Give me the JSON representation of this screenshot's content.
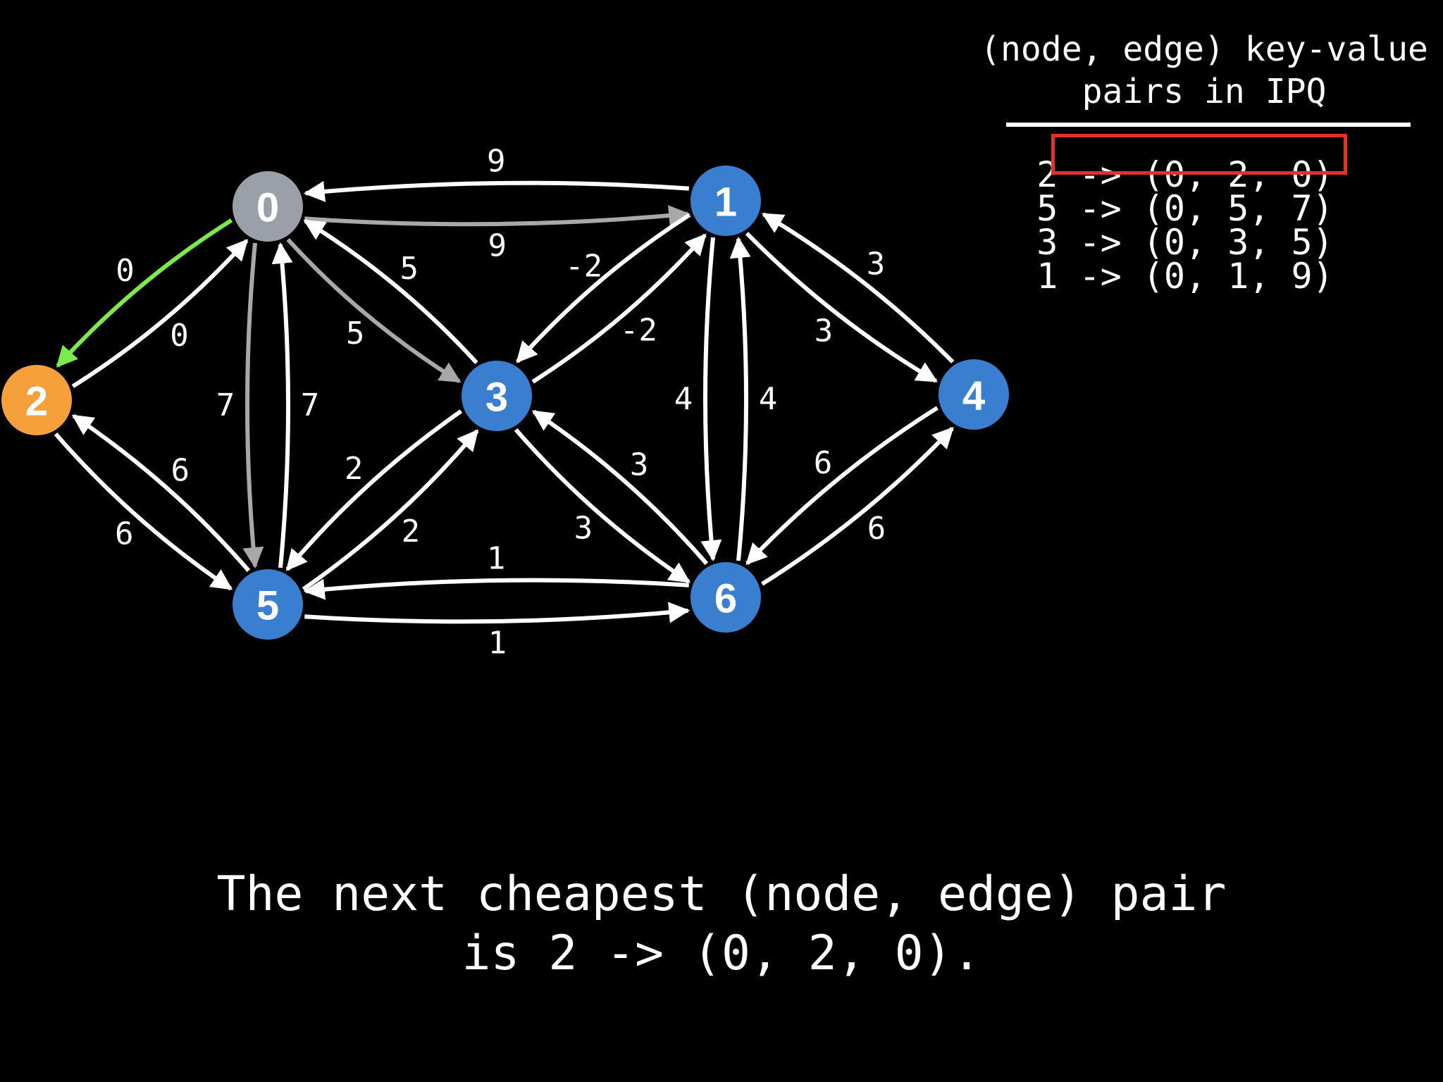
{
  "colors": {
    "background": "#000000",
    "node_default": "#3a7fcf",
    "node_visited": "#9ba0a8",
    "node_current": "#f5a03a",
    "edge_default": "#ffffff",
    "edge_visited": "#a8a8a8",
    "edge_current": "#7cea4a",
    "highlight_box": "#e3302a"
  },
  "graph": {
    "nodes": [
      {
        "id": "0",
        "label": "0",
        "state": "visited"
      },
      {
        "id": "1",
        "label": "1",
        "state": "default"
      },
      {
        "id": "2",
        "label": "2",
        "state": "current"
      },
      {
        "id": "3",
        "label": "3",
        "state": "default"
      },
      {
        "id": "4",
        "label": "4",
        "state": "default"
      },
      {
        "id": "5",
        "label": "5",
        "state": "default"
      },
      {
        "id": "6",
        "label": "6",
        "state": "default"
      }
    ],
    "edges": [
      {
        "from": "0",
        "to": "1",
        "weight": "9",
        "state": "visited"
      },
      {
        "from": "1",
        "to": "0",
        "weight": "9",
        "state": "default"
      },
      {
        "from": "0",
        "to": "2",
        "weight": "0",
        "state": "current"
      },
      {
        "from": "2",
        "to": "0",
        "weight": "0",
        "state": "default"
      },
      {
        "from": "0",
        "to": "3",
        "weight": "5",
        "state": "visited"
      },
      {
        "from": "3",
        "to": "0",
        "weight": "5",
        "state": "default"
      },
      {
        "from": "0",
        "to": "5",
        "weight": "7",
        "state": "visited"
      },
      {
        "from": "5",
        "to": "0",
        "weight": "7",
        "state": "default"
      },
      {
        "from": "1",
        "to": "3",
        "weight": "-2",
        "state": "default"
      },
      {
        "from": "3",
        "to": "1",
        "weight": "-2",
        "state": "default"
      },
      {
        "from": "1",
        "to": "4",
        "weight": "3",
        "state": "default"
      },
      {
        "from": "4",
        "to": "1",
        "weight": "3",
        "state": "default"
      },
      {
        "from": "1",
        "to": "6",
        "weight": "4",
        "state": "default"
      },
      {
        "from": "6",
        "to": "1",
        "weight": "4",
        "state": "default"
      },
      {
        "from": "2",
        "to": "5",
        "weight": "6",
        "state": "default"
      },
      {
        "from": "5",
        "to": "2",
        "weight": "6",
        "state": "default"
      },
      {
        "from": "3",
        "to": "5",
        "weight": "2",
        "state": "default"
      },
      {
        "from": "5",
        "to": "3",
        "weight": "2",
        "state": "default"
      },
      {
        "from": "3",
        "to": "6",
        "weight": "3",
        "state": "default"
      },
      {
        "from": "6",
        "to": "3",
        "weight": "3",
        "state": "default"
      },
      {
        "from": "4",
        "to": "6",
        "weight": "6",
        "state": "default"
      },
      {
        "from": "6",
        "to": "4",
        "weight": "6",
        "state": "default"
      },
      {
        "from": "5",
        "to": "6",
        "weight": "1",
        "state": "default"
      },
      {
        "from": "6",
        "to": "5",
        "weight": "1",
        "state": "default"
      }
    ]
  },
  "ipq": {
    "title_line1": "(node, edge) key-value",
    "title_line2": "pairs in IPQ",
    "entries": [
      "2 -> (0, 2, 0)",
      "5 -> (0, 5, 7)",
      "3 -> (0, 3, 5)",
      "1 -> (0, 1, 9)"
    ],
    "highlighted_index": 0
  },
  "caption": {
    "line1": "The next cheapest (node, edge) pair",
    "line2": "is 2 -> (0, 2, 0)."
  }
}
